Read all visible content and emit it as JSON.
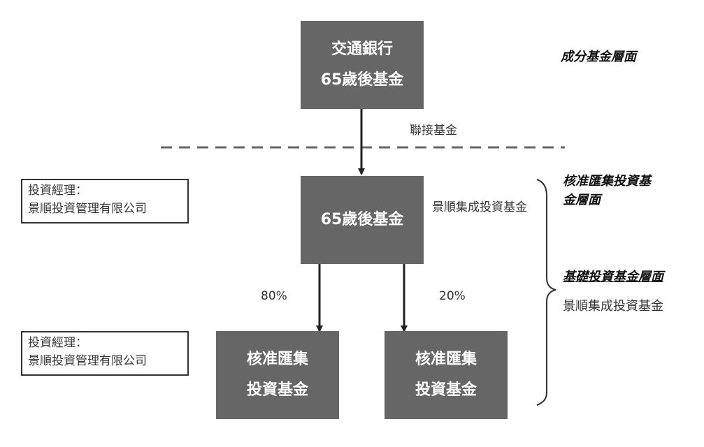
{
  "top_fund": {
    "line1": "交通銀行",
    "line2": "65歲後基金"
  },
  "feeder_label": "聯接基金",
  "master_fund": {
    "title": "65歲後基金",
    "side_label": "景順集成投資基金"
  },
  "sub_funds": [
    {
      "line1": "核准匯集",
      "line2": "投資基金",
      "percent": "80%"
    },
    {
      "line1": "核准匯集",
      "line2": "投資基金",
      "percent": "20%"
    }
  ],
  "managers": [
    {
      "line1": "投資經理：",
      "line2": "景順投資管理有限公司"
    },
    {
      "line1": "投資經理：",
      "line2": "景順投資管理有限公司"
    }
  ],
  "levels": {
    "constituent": "成分基金層面",
    "apif_line1": "核准匯集投資基",
    "apif_line2": "金層面",
    "underlying": "基礎投資基金層面",
    "underlying_sub": "景順集成投資基金"
  },
  "colors": {
    "box_fill": "#666666",
    "box_text": "#ffffff",
    "line": "#222222",
    "dash": "#666666"
  }
}
